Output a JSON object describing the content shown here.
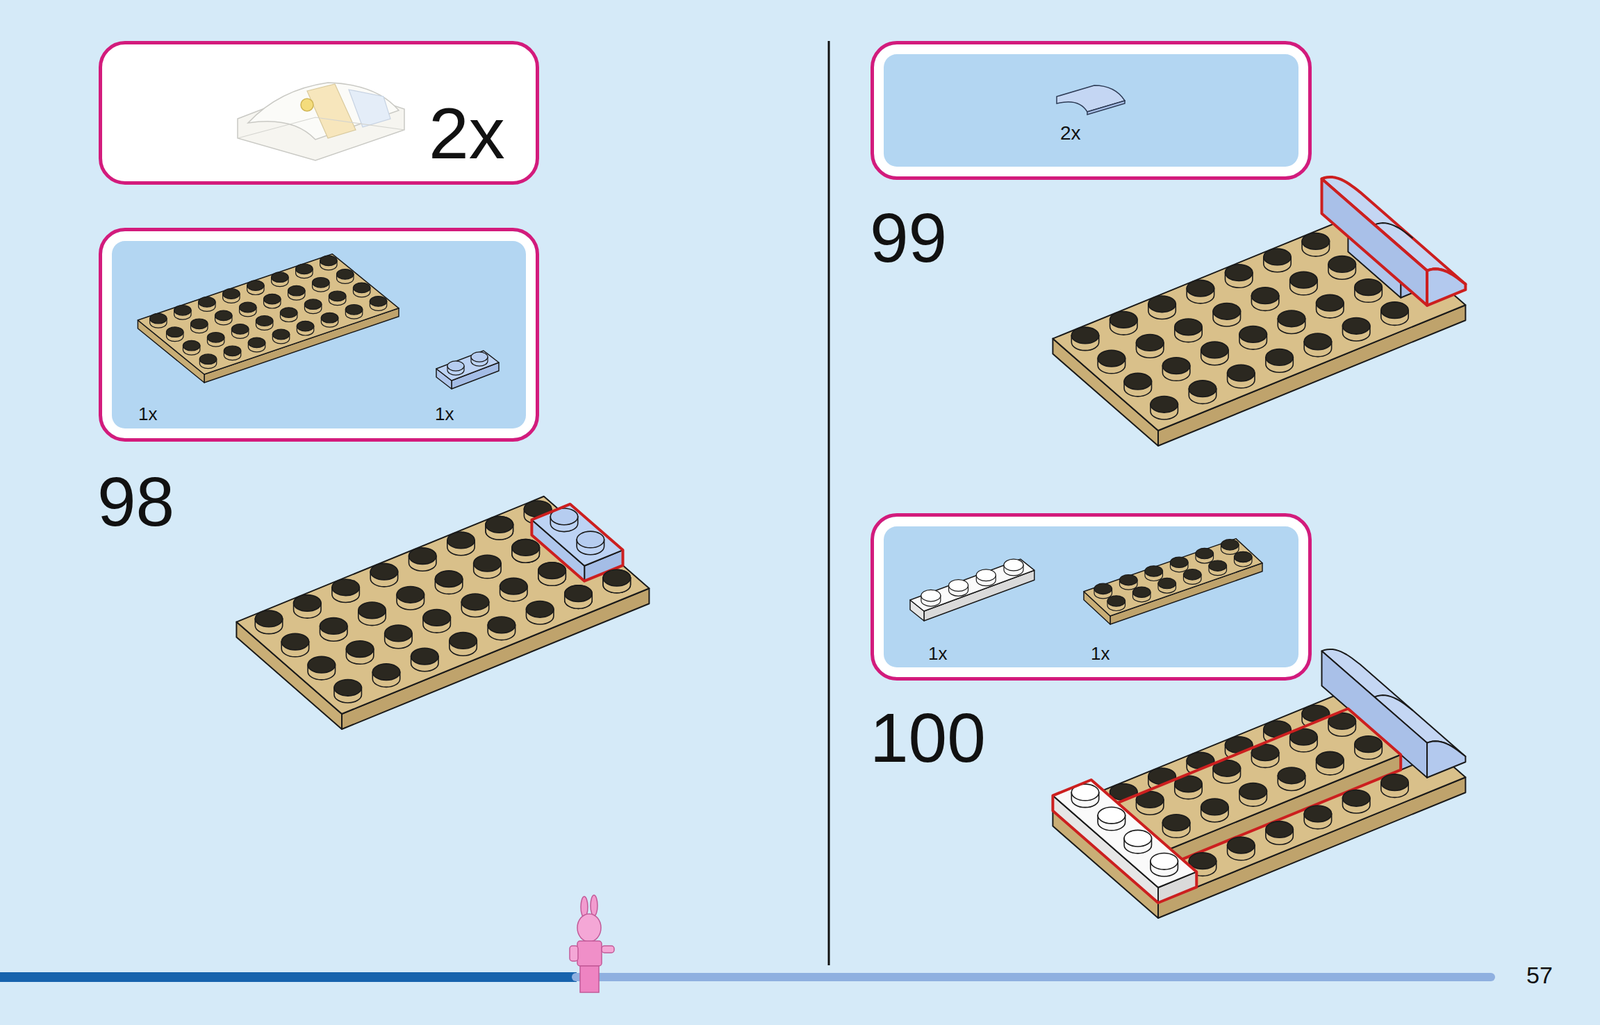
{
  "diagram": {
    "nodes": [
      {
        "text": [
          "2x"
        ]
      },
      {
        "text": [
          "1x",
          "1x"
        ]
      },
      {
        "text": [
          "2x"
        ]
      },
      {
        "text": [
          "1x",
          "1x"
        ]
      }
    ],
    "labels": [
      "98",
      "99",
      "100",
      "57"
    ]
  }
}
